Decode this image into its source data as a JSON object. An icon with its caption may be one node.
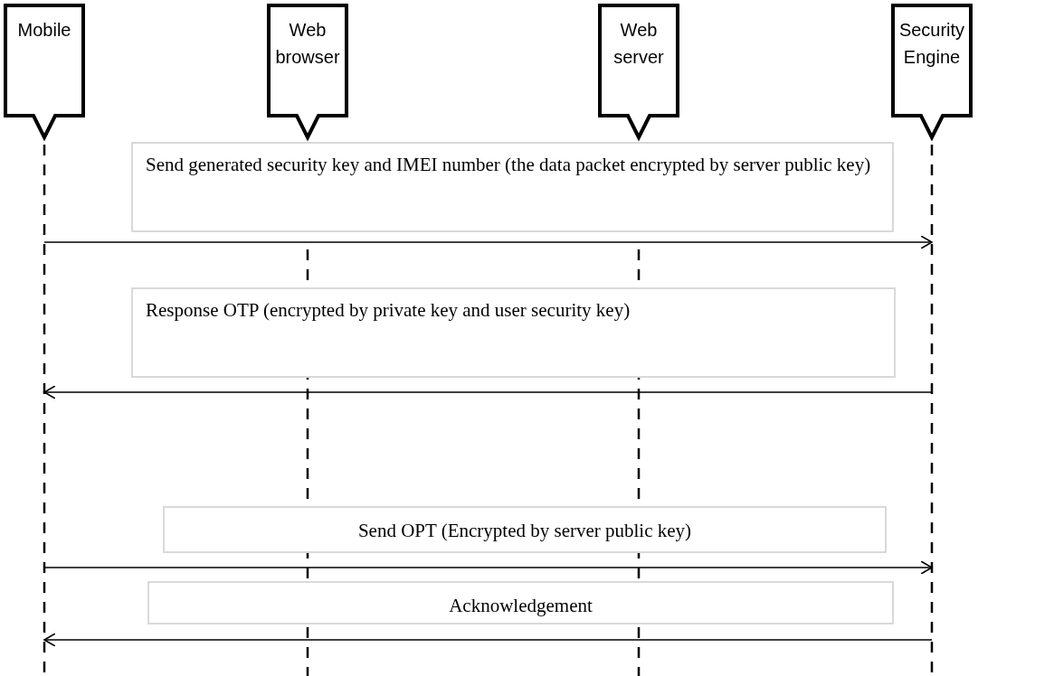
{
  "diagram": {
    "nodes": [
      {
        "text": [
          "Mobile"
        ]
      },
      {
        "text": [
          "Web browser"
        ]
      },
      {
        "text": [
          "Web server"
        ]
      },
      {
        "text": [
          "Security Engine"
        ]
      },
      {
        "text": [
          "Send generated security key and IMEI number (the data packet encrypted by server public key)"
        ]
      },
      {
        "text": [
          "Response OTP (encrypted by private key and user security key)"
        ]
      },
      {
        "text": [
          "Send OPT (Encrypted by server public key)"
        ]
      },
      {
        "text": [
          "Acknowledgement"
        ]
      }
    ],
    "edges": [
      {
        "from": 0,
        "to": 3,
        "arrow": "to"
      },
      {
        "from": 3,
        "to": 0,
        "arrow": "to"
      },
      {
        "from": 0,
        "to": 3,
        "arrow": "to"
      },
      {
        "from": 3,
        "to": 0,
        "arrow": "to"
      }
    ]
  }
}
